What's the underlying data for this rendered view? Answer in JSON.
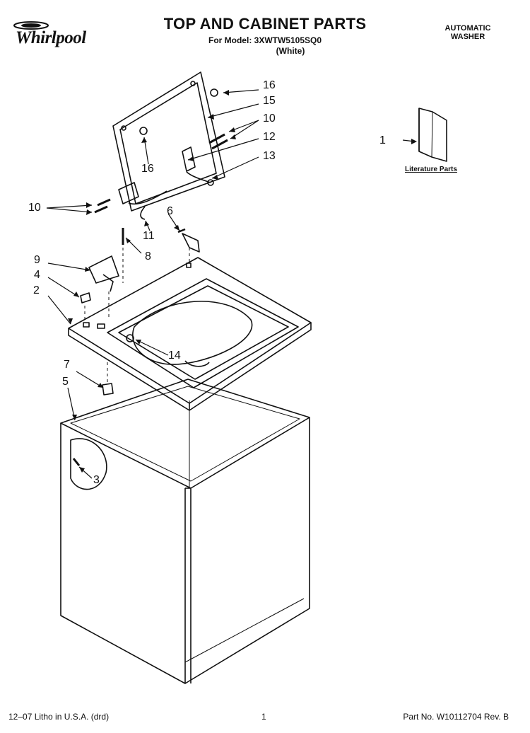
{
  "brand": {
    "name": "Whirlpool"
  },
  "header": {
    "title": "TOP AND CABINET PARTS",
    "model_line": "For Model: 3XWTW5105SQ0",
    "color_line": "(White)",
    "product_type_line1": "AUTOMATIC",
    "product_type_line2": "WASHER"
  },
  "literature": {
    "label": "Literature Parts"
  },
  "callouts": {
    "c1": "1",
    "c2": "2",
    "c3": "3",
    "c4": "4",
    "c5": "5",
    "c6": "6",
    "c7": "7",
    "c8": "8",
    "c9": "9",
    "c10a": "10",
    "c10b": "10",
    "c11": "11",
    "c12": "12",
    "c13": "13",
    "c14": "14",
    "c15": "15",
    "c16a": "16",
    "c16b": "16"
  },
  "footer": {
    "litho": "12–07 Litho in U.S.A. (drd)",
    "page": "1",
    "part_no": "Part No. W10112704 Rev. B"
  }
}
